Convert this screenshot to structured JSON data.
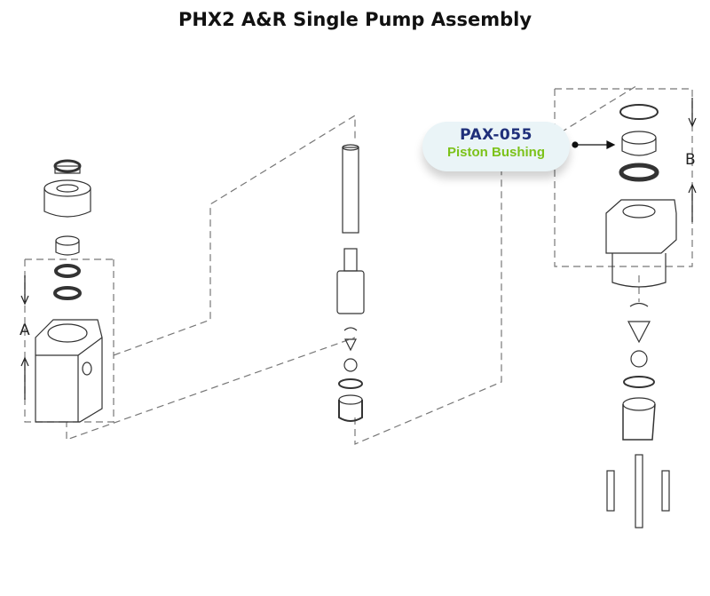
{
  "title": "PHX2 A&R Single Pump Assembly",
  "callout": {
    "part_number": "PAX-055",
    "part_name": "Piston Bushing"
  },
  "section_labels": {
    "a": "A",
    "b": "B"
  }
}
